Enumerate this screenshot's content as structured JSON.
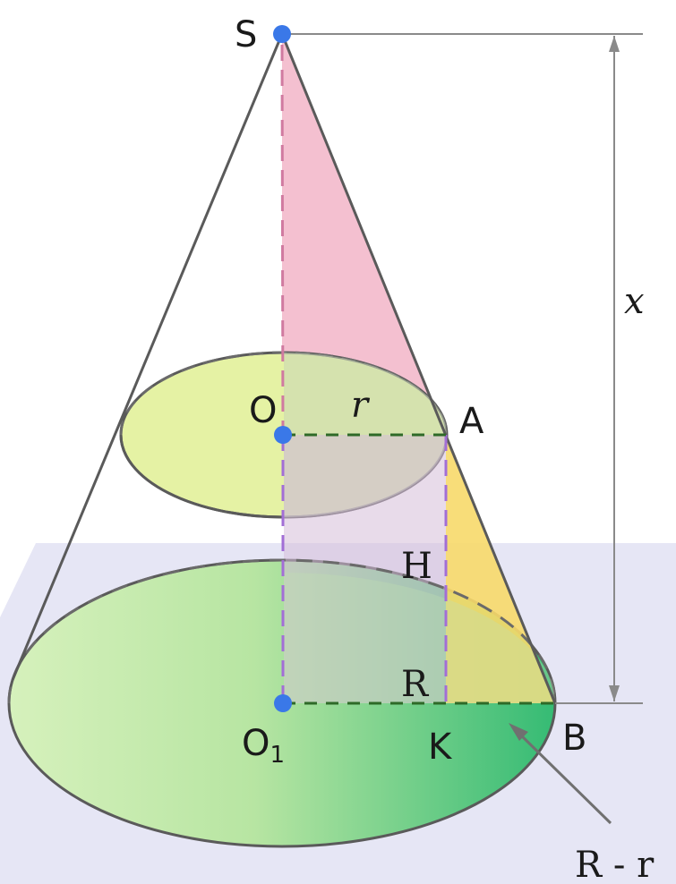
{
  "labels": {
    "S": "S",
    "O": "O",
    "r": "r",
    "A": "A",
    "H": "H",
    "R": "R",
    "O1_main": "O",
    "O1_sub": "1",
    "K": "K",
    "B": "B",
    "x": "x",
    "R_minus_r": "R - r"
  },
  "colors": {
    "plane": "#e4e4f4",
    "outline": "#5a5a5a",
    "dashed_green": "#2f6b2a",
    "dashed_purple": "#a070d0",
    "point": "#3a78e8",
    "pink_triangle": "#f2b6c9",
    "yellow_triangle": "#f6d86a",
    "small_disk": "#e3f0a0",
    "base_light": "#d8f0b8",
    "base_dark": "#3fbf78",
    "dimension_line": "#888888"
  }
}
